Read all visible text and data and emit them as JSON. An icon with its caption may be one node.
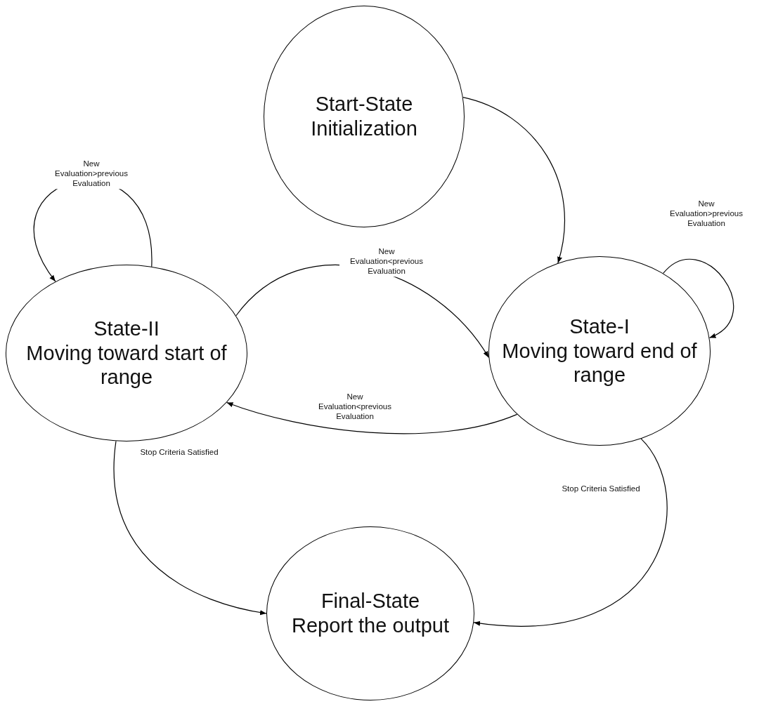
{
  "diagram": {
    "nodes": [
      {
        "text": [
          "Start-State",
          "Initialization"
        ]
      },
      {
        "text": [
          "State-II",
          "Moving toward start of range"
        ]
      },
      {
        "text": [
          "State-I",
          "Moving toward end of range"
        ]
      },
      {
        "text": [
          "Final-State",
          "Report the output"
        ]
      }
    ],
    "edges": [
      {
        "from": 0,
        "to": 2,
        "arrow": "to"
      },
      {
        "from": 1,
        "to": 1,
        "arrow": "to",
        "label": "New Evaluation>previous Evaluation"
      },
      {
        "from": 2,
        "to": 2,
        "arrow": "to",
        "label": "New Evaluation>previous Evaluation"
      },
      {
        "from": 1,
        "to": 2,
        "arrow": "to",
        "label": "New Evaluation<previous Evaluation"
      },
      {
        "from": 2,
        "to": 1,
        "arrow": "to",
        "label": "New Evaluation<previous Evaluation"
      },
      {
        "from": 1,
        "to": 3,
        "arrow": "to",
        "label": "Stop Criteria Satisfied"
      },
      {
        "from": 2,
        "to": 3,
        "arrow": "to",
        "label": "Stop Criteria Satisfied"
      }
    ]
  }
}
